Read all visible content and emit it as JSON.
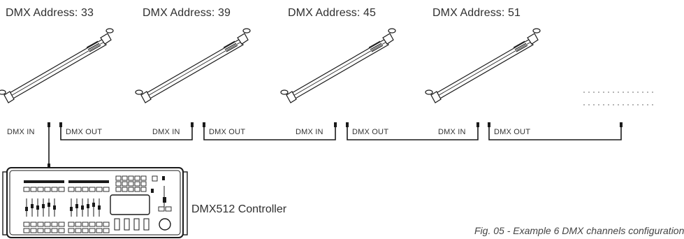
{
  "fixtures": [
    {
      "address_label": "DMX Address: 33",
      "in_label": "DMX IN",
      "out_label": "DMX OUT"
    },
    {
      "address_label": "DMX Address: 39",
      "in_label": "DMX IN",
      "out_label": "DMX OUT"
    },
    {
      "address_label": "DMX Address: 45",
      "in_label": "DMX IN",
      "out_label": "DMX OUT"
    },
    {
      "address_label": "DMX Address: 51",
      "in_label": "DMX IN",
      "out_label": "DMX OUT"
    }
  ],
  "controller": {
    "label": "DMX512 Controller"
  },
  "caption": "Fig. 05 - Example 6 DMX channels configuration",
  "colors": {
    "line": "#1a1a1a",
    "text": "#2f2f2f"
  }
}
